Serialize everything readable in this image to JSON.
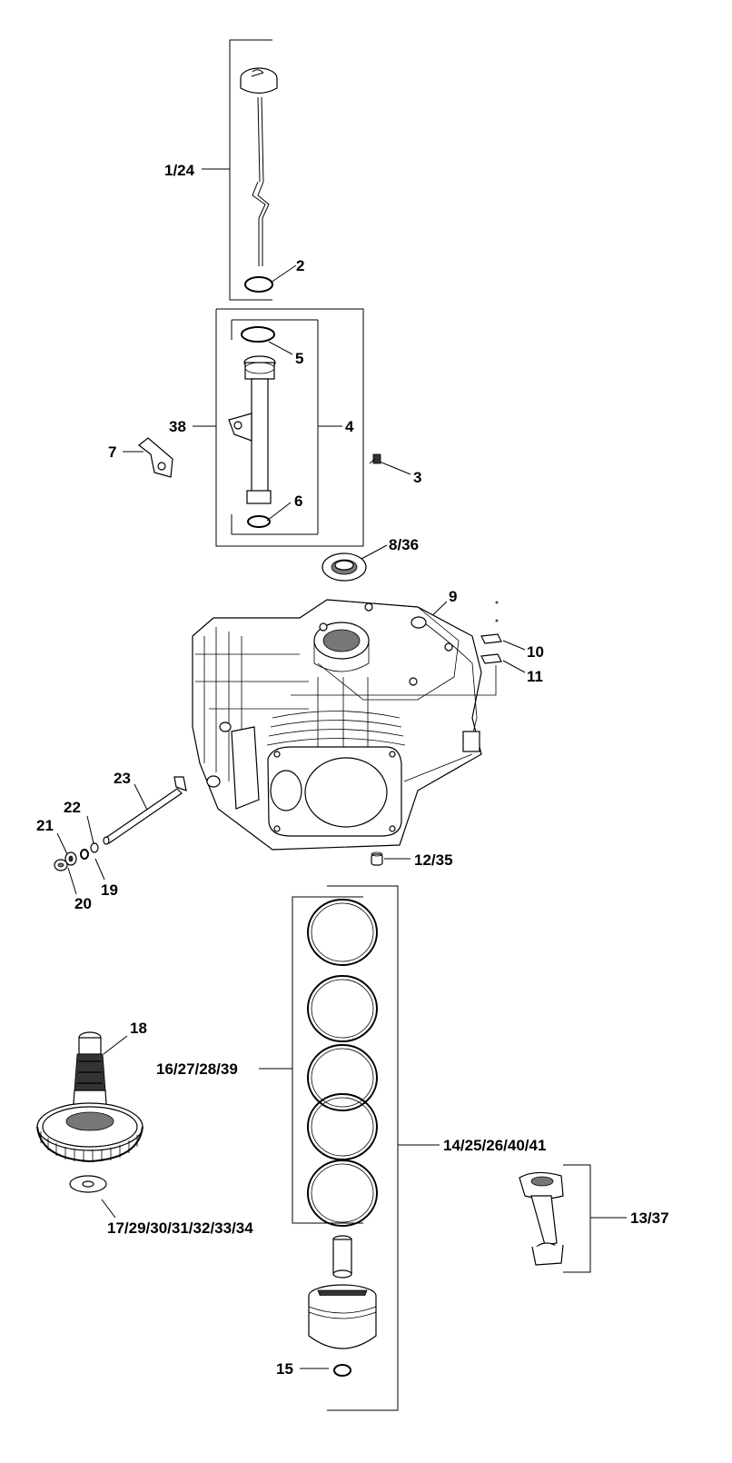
{
  "diagram": {
    "callouts": [
      {
        "id": "c-1-24",
        "text": "1/24"
      },
      {
        "id": "c-2",
        "text": "2"
      },
      {
        "id": "c-5",
        "text": "5"
      },
      {
        "id": "c-38",
        "text": "38"
      },
      {
        "id": "c-4",
        "text": "4"
      },
      {
        "id": "c-7",
        "text": "7"
      },
      {
        "id": "c-3",
        "text": "3"
      },
      {
        "id": "c-6",
        "text": "6"
      },
      {
        "id": "c-8-36",
        "text": "8/36"
      },
      {
        "id": "c-9",
        "text": "9"
      },
      {
        "id": "c-10",
        "text": "10"
      },
      {
        "id": "c-11",
        "text": "11"
      },
      {
        "id": "c-23",
        "text": "23"
      },
      {
        "id": "c-22",
        "text": "22"
      },
      {
        "id": "c-21",
        "text": "21"
      },
      {
        "id": "c-19",
        "text": "19"
      },
      {
        "id": "c-20",
        "text": "20"
      },
      {
        "id": "c-12-35",
        "text": "12/35"
      },
      {
        "id": "c-18",
        "text": "18"
      },
      {
        "id": "c-16-27-28-39",
        "text": "16/27/28/39"
      },
      {
        "id": "c-14-25-26-40-41",
        "text": "14/25/26/40/41"
      },
      {
        "id": "c-13-37",
        "text": "13/37"
      },
      {
        "id": "c-17-29-34",
        "text": "17/29/30/31/32/33/34"
      },
      {
        "id": "c-15",
        "text": "15"
      }
    ]
  }
}
